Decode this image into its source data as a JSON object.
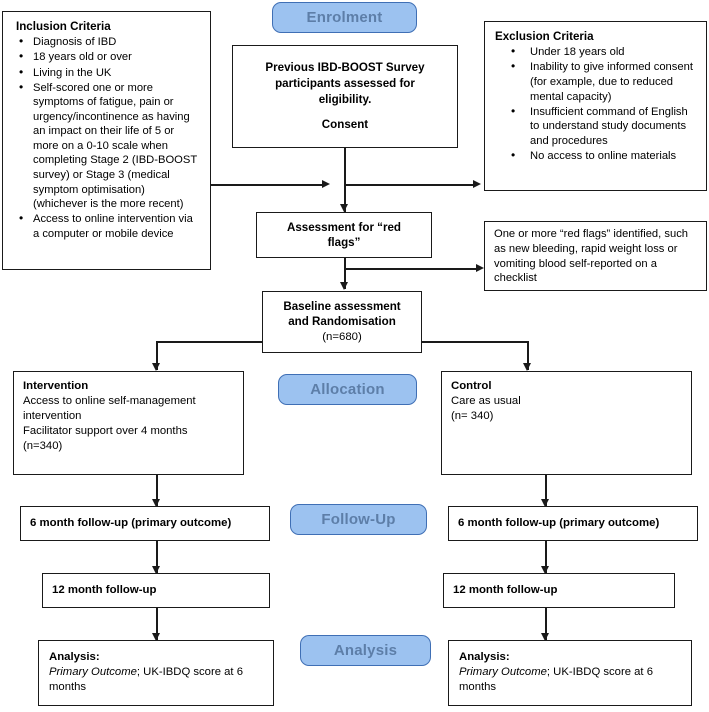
{
  "stages": {
    "enrolment": "Enrolment",
    "allocation": "Allocation",
    "followup": "Follow-Up",
    "analysis": "Analysis"
  },
  "inclusion": {
    "title": "Inclusion Criteria",
    "items": [
      "Diagnosis of IBD",
      "18 years old or over",
      "Living in the UK",
      "Self-scored one or more symptoms of fatigue, pain or urgency/incontinence as having an impact on their life of 5 or more on a 0-10 scale when completing Stage 2 (IBD-BOOST survey) or Stage 3 (medical symptom optimisation) (whichever is the more recent)",
      "Access to online intervention via a computer or mobile device"
    ]
  },
  "exclusion": {
    "title": "Exclusion Criteria",
    "items": [
      "Under 18 years old",
      "Inability to give informed consent (for example, due to reduced mental capacity)",
      "Insufficient command of English to understand study documents and procedures",
      "No access to online materials"
    ]
  },
  "screening": {
    "line1": "Previous IBD-BOOST Survey",
    "line2": "participants assessed for",
    "line3": "eligibility.",
    "line4": "Consent"
  },
  "red_flags_assessment": {
    "line1": "Assessment for “red",
    "line2": "flags”"
  },
  "red_flags_identified": {
    "text": "One or more “red flags” identified, such as new bleeding, rapid weight loss or vomiting blood self-reported on a checklist"
  },
  "randomisation": {
    "line1": "Baseline assessment",
    "line2": "and Randomisation",
    "n": "(n=680)"
  },
  "intervention": {
    "title": "Intervention",
    "line1": "Access to online self-management intervention",
    "line2": "Facilitator support over 4 months",
    "n": "(n=340)"
  },
  "control": {
    "title": "Control",
    "line1": "Care as usual",
    "n": "(n= 340)"
  },
  "followup_left": {
    "six_month": "6 month follow-up (primary outcome)",
    "twelve_month": "12 month follow-up"
  },
  "followup_right": {
    "six_month": "6 month follow-up (primary outcome)",
    "twelve_month": "12 month follow-up"
  },
  "analysis_left": {
    "title": "Analysis:",
    "emphasis": "Primary Outcome",
    "rest": "; UK-IBDQ score at 6 months"
  },
  "analysis_right": {
    "title": "Analysis:",
    "emphasis": "Primary Outcome",
    "rest": "; UK-IBDQ score at 6 months"
  },
  "colors": {
    "badge_fill": "#9cc2f0",
    "badge_border": "#3f6fb5",
    "badge_text": "#5d7ea8",
    "line": "#1a1a1a",
    "box_border": "#1a1a1a"
  }
}
